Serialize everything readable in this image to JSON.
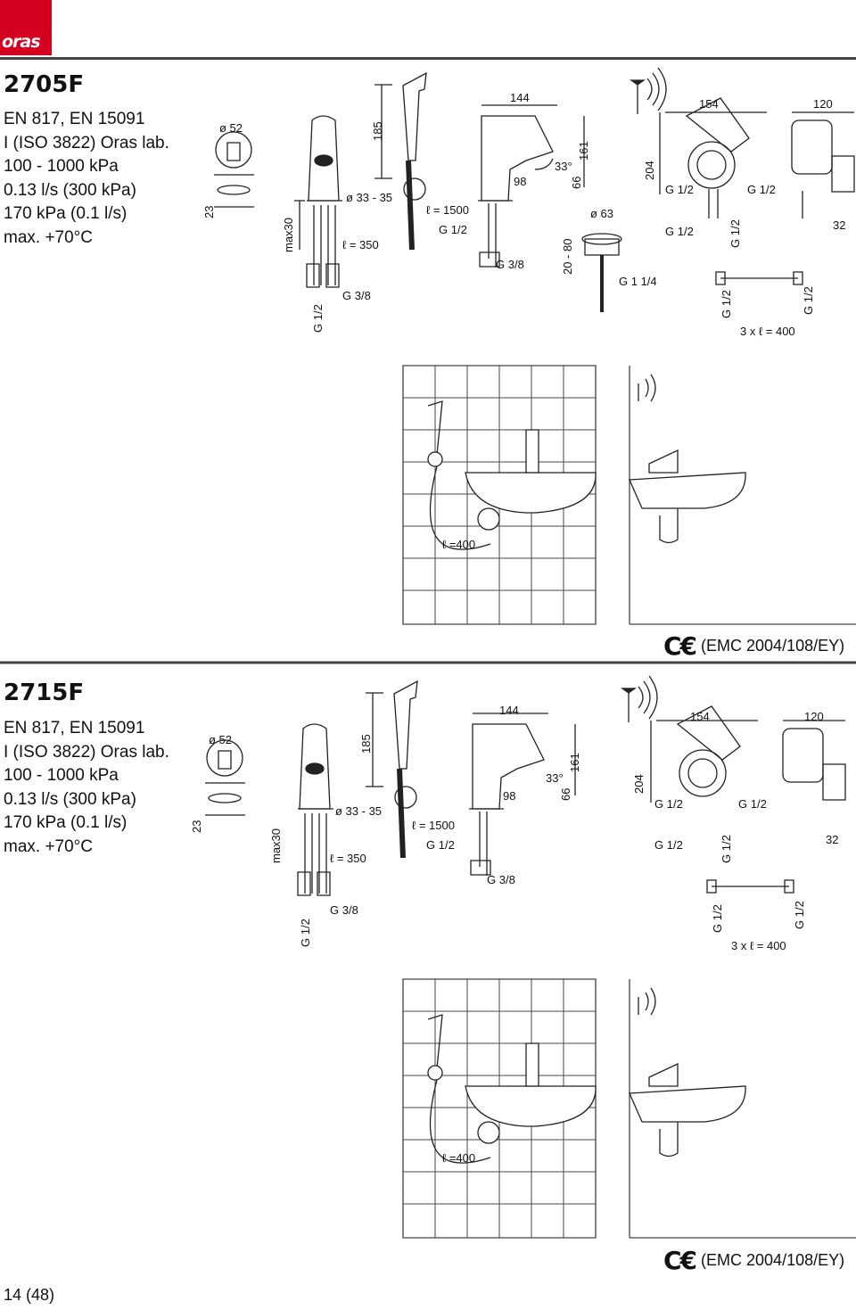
{
  "logo": {
    "text": "oras"
  },
  "sections": [
    {
      "model": "2705F",
      "specs": [
        "EN 817, EN 15091",
        "I (ISO 3822) Oras lab.",
        "100 - 1000 kPa",
        "0.13 l/s (300 kPa)",
        "170 kPa (0.1 l/s)",
        "max. +70°C"
      ],
      "dims": {
        "d52": "ø 52",
        "h23": "23",
        "max30": "max30",
        "h185": "185",
        "d3335": "ø 33 - 35",
        "l350": "ℓ = 350",
        "g38a": "G 3/8",
        "g12a": "G 1/2",
        "l1500": "ℓ = 1500",
        "g12b": "G 1/2",
        "w144": "144",
        "w98": "98",
        "a33": "33°",
        "h66": "66",
        "h161": "161",
        "g38b": "G 3/8",
        "d63": "ø 63",
        "h2080": "20 - 80",
        "g114": "G 1 1/4",
        "h204": "204",
        "w154": "154",
        "g12c": "G 1/2",
        "g12d": "G 1/2",
        "g12e": "G 1/2",
        "g12f": "G 1/2",
        "w120": "120",
        "h32": "32",
        "g12g": "G 1/2",
        "g12h": "G 1/2",
        "hose": "3 x ℓ = 400",
        "l400": "ℓ =400"
      },
      "emc": "(EMC 2004/108/EY)"
    },
    {
      "model": "2715F",
      "specs": [
        "EN 817, EN 15091",
        "I (ISO 3822) Oras lab.",
        "100 - 1000 kPa",
        "0.13 l/s (300 kPa)",
        "170 kPa (0.1 l/s)",
        "max. +70°C"
      ],
      "dims": {
        "d52": "ø 52",
        "h23": "23",
        "max30": "max30",
        "h185": "185",
        "d3335": "ø 33 - 35",
        "l350": "ℓ = 350",
        "g38a": "G 3/8",
        "g12a": "G 1/2",
        "l1500": "ℓ = 1500",
        "g12b": "G 1/2",
        "w144": "144",
        "w98": "98",
        "a33": "33°",
        "h66": "66",
        "h161": "161",
        "g38b": "G 3/8",
        "h204": "204",
        "w154": "154",
        "g12c": "G 1/2",
        "g12d": "G 1/2",
        "g12e": "G 1/2",
        "g12f": "G 1/2",
        "w120": "120",
        "h32": "32",
        "g12g": "G 1/2",
        "g12h": "G 1/2",
        "hose": "3 x ℓ = 400",
        "l400": "ℓ =400"
      },
      "emc": "(EMC 2004/108/EY)"
    }
  ],
  "footer": {
    "page": "14 (48)"
  },
  "colors": {
    "brand": "#d3001f"
  }
}
